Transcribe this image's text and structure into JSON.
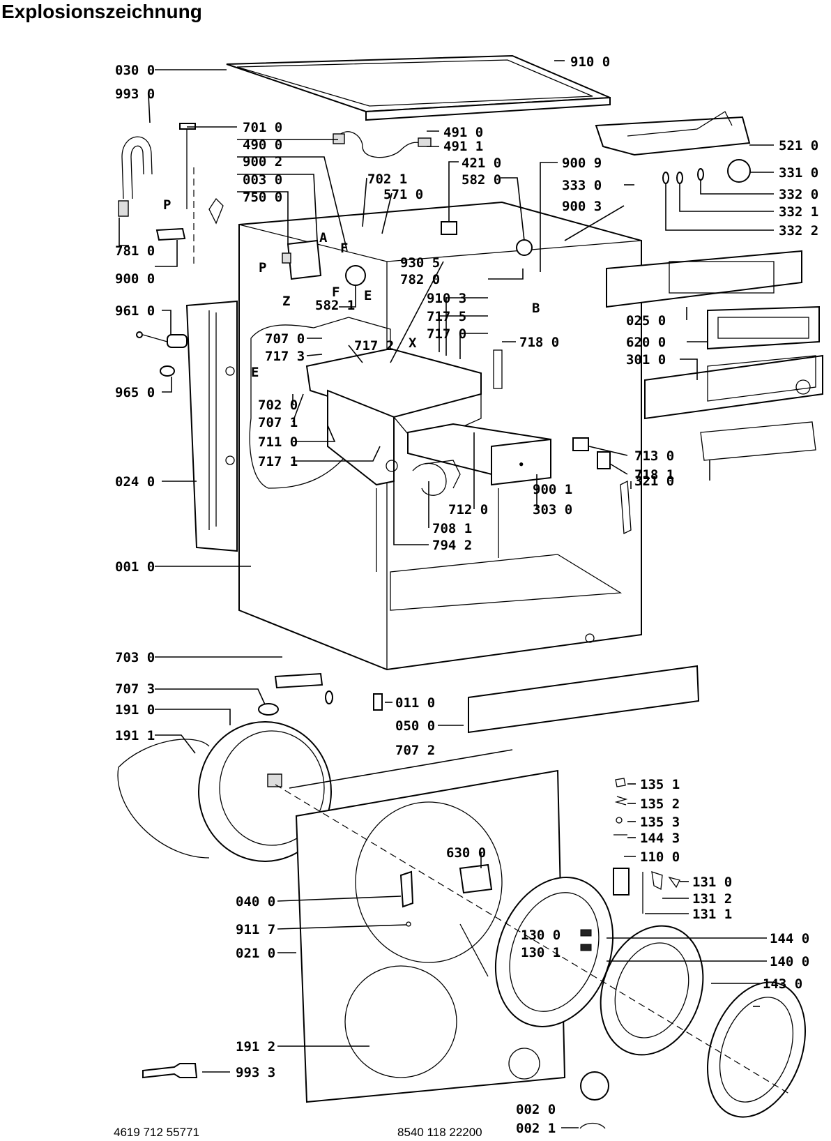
{
  "title": "Explosionszeichnung",
  "footer_left": "4619 712 55771",
  "footer_center": "8540 118 22200",
  "parts": {
    "p030_0": "030 0",
    "p993_0": "993 0",
    "p701_0": "701 0",
    "p490_0": "490 0",
    "p900_2": "900 2",
    "p003_0": "003 0",
    "p750_0": "750 0",
    "p781_0": "781 0",
    "p900_0": "900 0",
    "p702_1": "702 1",
    "p571_0": "571 0",
    "p421_0": "421 0",
    "p491_0": "491 0",
    "p491_1": "491 1",
    "p582_0": "582 0",
    "p910_0": "910 0",
    "p900_9": "900 9",
    "p333_0": "333 0",
    "p900_3": "900 3",
    "p521_0": "521 0",
    "p331_0": "331 0",
    "p332_0": "332 0",
    "p332_1": "332 1",
    "p332_2": "332 2",
    "p582_1": "582 1",
    "p930_5": "930 5",
    "p782_0": "782 0",
    "p910_3": "910 3",
    "p717_5": "717 5",
    "p717_0": "717 0",
    "p718_0": "718 0",
    "p707_0": "707 0",
    "p717_3": "717 3",
    "p717_2": "717 2",
    "p702_0": "702 0",
    "p707_1": "707 1",
    "p711_0": "711 0",
    "p717_1": "717 1",
    "p961_0": "961 0",
    "p965_0": "965 0",
    "p024_0": "024 0",
    "p025_0": "025 0",
    "p620_0": "620 0",
    "p301_0": "301 0",
    "p713_0": "713 0",
    "p718_1": "718 1",
    "p321_0": "321 0",
    "p900_1": "900 1",
    "p303_0": "303 0",
    "p712_0": "712 0",
    "p708_1": "708 1",
    "p794_2": "794 2",
    "p001_0": "001 0",
    "p703_0": "703 0",
    "p707_3": "707 3",
    "p191_0": "191 0",
    "p191_1": "191 1",
    "p011_0": "011 0",
    "p050_0": "050 0",
    "p707_2": "707 2",
    "p135_1": "135 1",
    "p135_2": "135 2",
    "p135_3": "135 3",
    "p144_3": "144 3",
    "p110_0": "110 0",
    "p131_0": "131 0",
    "p131_2": "131 2",
    "p131_1": "131 1",
    "p630_0": "630 0",
    "p040_0": "040 0",
    "p911_7": "911 7",
    "p021_0": "021 0",
    "p144_0": "144 0",
    "p130_0": "130 0",
    "p130_1": "130 1",
    "p140_0": "140 0",
    "p143_0": "143 0",
    "p191_2": "191 2",
    "p993_3": "993 3",
    "p002_0": "002 0",
    "p002_1": "002 1"
  },
  "markers": {
    "A": "A",
    "P1": "P",
    "P2": "P",
    "F1": "F",
    "F2": "F",
    "E1": "E",
    "E2": "E",
    "Z": "Z",
    "X": "X",
    "B": "B"
  }
}
